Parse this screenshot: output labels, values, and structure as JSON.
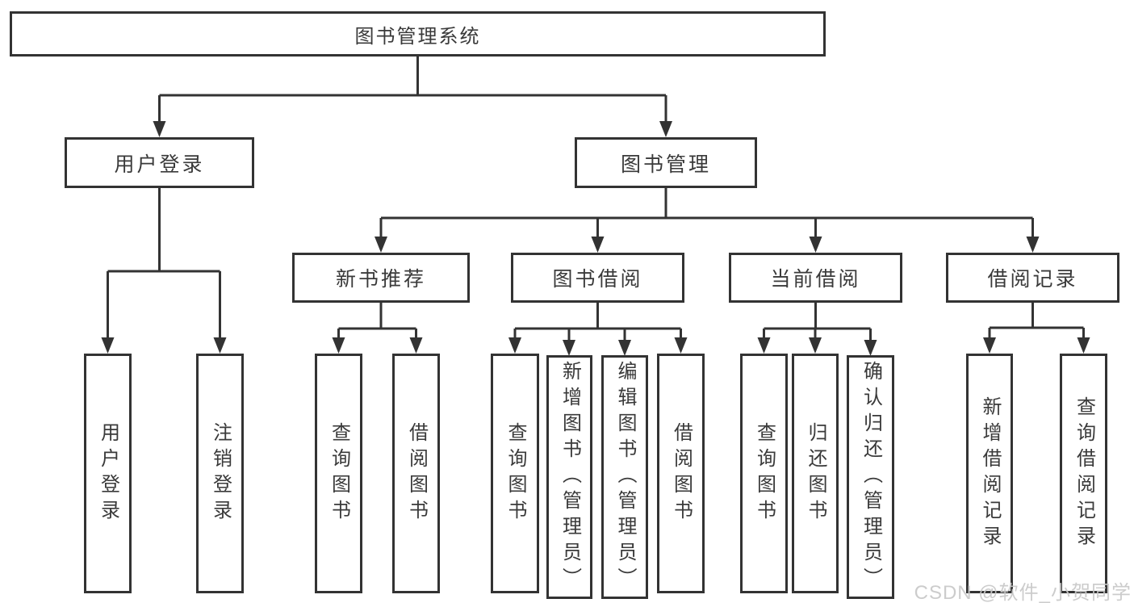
{
  "diagram_title": "图书管理系统",
  "nodes": {
    "root": {
      "label": "图书管理系统"
    },
    "level2": [
      {
        "label": "用户登录"
      },
      {
        "label": "图书管理"
      }
    ],
    "level3": [
      {
        "label": "新书推荐"
      },
      {
        "label": "图书借阅"
      },
      {
        "label": "当前借阅"
      },
      {
        "label": "借阅记录"
      }
    ],
    "leafGroups": [
      {
        "parent": "用户登录",
        "items": [
          "用户登录",
          "注销登录"
        ]
      },
      {
        "parent": "新书推荐",
        "items": [
          "查询图书",
          "借阅图书"
        ]
      },
      {
        "parent": "图书借阅",
        "items": [
          "查询图书",
          "新增图书（管理员）",
          "编辑图书（管理员）",
          "借阅图书"
        ]
      },
      {
        "parent": "当前借阅",
        "items": [
          "查询图书",
          "归还图书",
          "确认归还（管理员）"
        ]
      },
      {
        "parent": "借阅记录",
        "items": [
          "新增借阅记录",
          "查询借阅记录"
        ]
      }
    ]
  },
  "watermark": "CSDN @软件_小贺同学",
  "colors": {
    "line": "#333333",
    "box_border": "#333333",
    "text": "#3a3a3a",
    "background": "#ffffff",
    "watermark": "#c8c8c8"
  }
}
